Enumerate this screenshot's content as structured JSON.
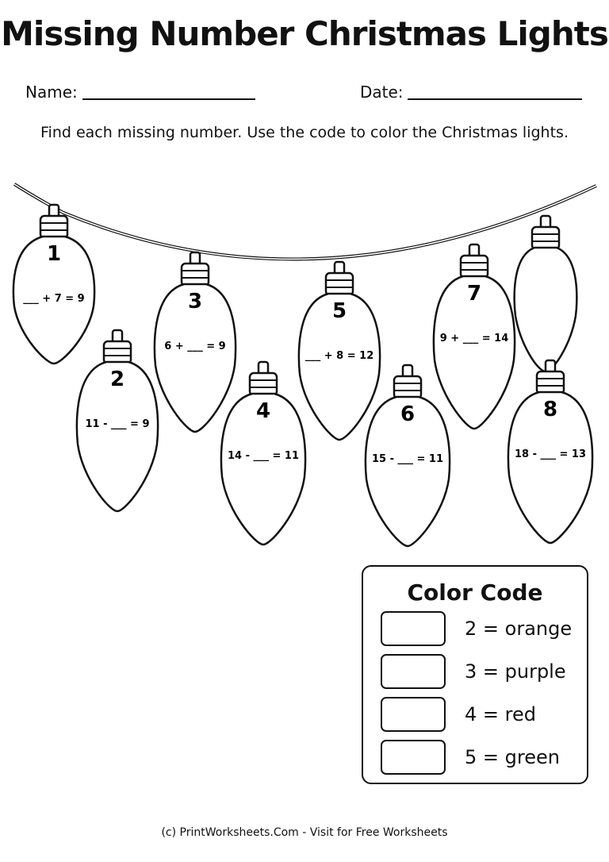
{
  "title": "Missing Number Christmas Lights",
  "name_label": "Name:",
  "date_label": "Date:",
  "instructions": "Find each missing number. Use the code to color the Christmas lights.",
  "bulbs": [
    {
      "number": "1",
      "equation": "___ + 7 = 9"
    },
    {
      "number": "2",
      "equation": "11 - ___ = 9"
    },
    {
      "number": "3",
      "equation": "6 + ___ = 9"
    },
    {
      "number": "4",
      "equation": "14 - ___ = 11"
    },
    {
      "number": "5",
      "equation": "___ + 8 = 12"
    },
    {
      "number": "6",
      "equation": "15 - ___ = 11"
    },
    {
      "number": "7",
      "equation": "9 + ___ = 14"
    },
    {
      "number": "",
      "equation": ""
    },
    {
      "number": "8",
      "equation": "18 - ___ = 13"
    }
  ],
  "color_code": {
    "title": "Color Code",
    "items": [
      {
        "text": "2 = orange",
        "color": "#ff8c00"
      },
      {
        "text": "3 = purple",
        "color": "#800080"
      },
      {
        "text": "4 = red",
        "color": "#ff0000"
      },
      {
        "text": "5 = green",
        "color": "#008000"
      }
    ]
  },
  "footer": "(c) PrintWorksheets.Com - Visit for Free Worksheets"
}
